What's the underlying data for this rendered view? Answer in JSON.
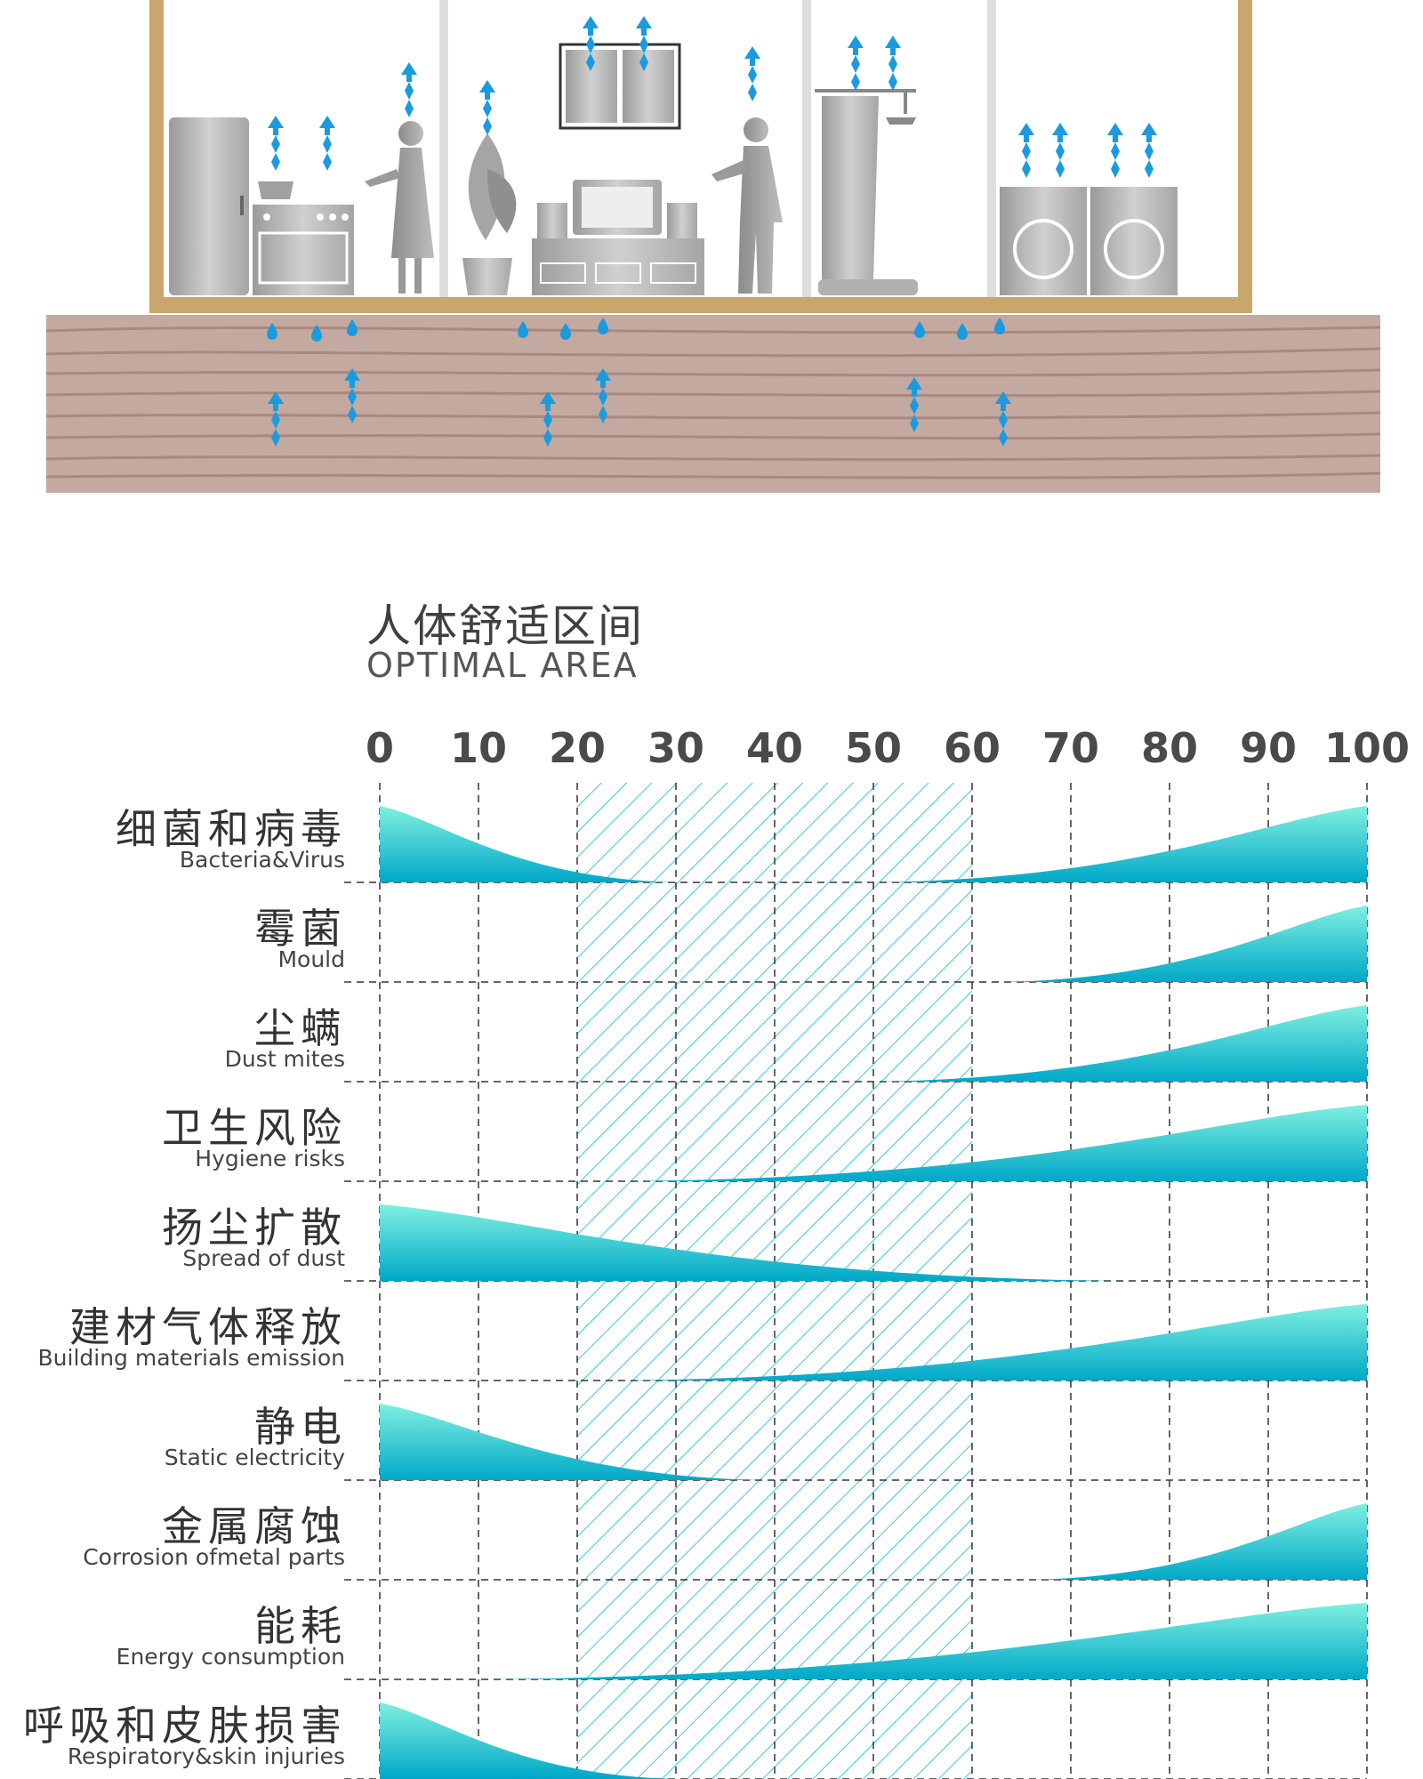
{
  "chart_title": {
    "zh": "人体舒适区间",
    "en": "OPTIMAL AREA"
  },
  "colors": {
    "curve_light": "#7ff0e0",
    "curve_dark": "#00a8c8",
    "hatch": "#35c8e6",
    "grid": "#333333",
    "tick_text": "#4a4a4a",
    "wall": "#c9a66b",
    "floor": "#c4a9a0",
    "appliance": "#b9b9b9",
    "moisture": "#1a9be0"
  },
  "chart_data": {
    "type": "area",
    "title": "人体舒适区间 OPTIMAL AREA",
    "x_ticks": [
      0,
      10,
      20,
      30,
      40,
      50,
      60,
      70,
      80,
      90,
      100
    ],
    "xlim": [
      0,
      100
    ],
    "optimal_range": [
      20,
      60
    ],
    "grid": true,
    "rows": [
      {
        "zh": "细菌和病毒",
        "en": "Bacteria&Virus",
        "segments": [
          {
            "from": 0,
            "to": 30,
            "peak_at": 0
          },
          {
            "from": 50,
            "to": 100,
            "peak_at": 100
          }
        ]
      },
      {
        "zh": "霉菌",
        "en": "Mould",
        "segments": [
          {
            "from": 63,
            "to": 100,
            "peak_at": 100
          }
        ]
      },
      {
        "zh": "尘螨",
        "en": "Dust mites",
        "segments": [
          {
            "from": 50,
            "to": 100,
            "peak_at": 100
          }
        ]
      },
      {
        "zh": "卫生风险",
        "en": "Hygiene risks",
        "segments": [
          {
            "from": 25,
            "to": 100,
            "peak_at": 100
          }
        ]
      },
      {
        "zh": "扬尘扩散",
        "en": "Spread of dust",
        "segments": [
          {
            "from": 0,
            "to": 75,
            "peak_at": 0
          }
        ]
      },
      {
        "zh": "建材气体释放",
        "en": "Building materials emission",
        "segments": [
          {
            "from": 24,
            "to": 100,
            "peak_at": 100
          }
        ]
      },
      {
        "zh": "静电",
        "en": "Static electricity",
        "segments": [
          {
            "from": 0,
            "to": 39,
            "peak_at": 0
          }
        ]
      },
      {
        "zh": "金属腐蚀",
        "en": "Corrosion ofmetal parts",
        "segments": [
          {
            "from": 66,
            "to": 100,
            "peak_at": 100
          }
        ]
      },
      {
        "zh": "能耗",
        "en": "Energy consumption",
        "segments": [
          {
            "from": 10,
            "to": 100,
            "peak_at": 100
          }
        ]
      },
      {
        "zh": "呼吸和皮肤损害",
        "en": "Respiratory&skin injuries",
        "segments": [
          {
            "from": 0,
            "to": 30,
            "peak_at": 0
          }
        ]
      }
    ]
  }
}
